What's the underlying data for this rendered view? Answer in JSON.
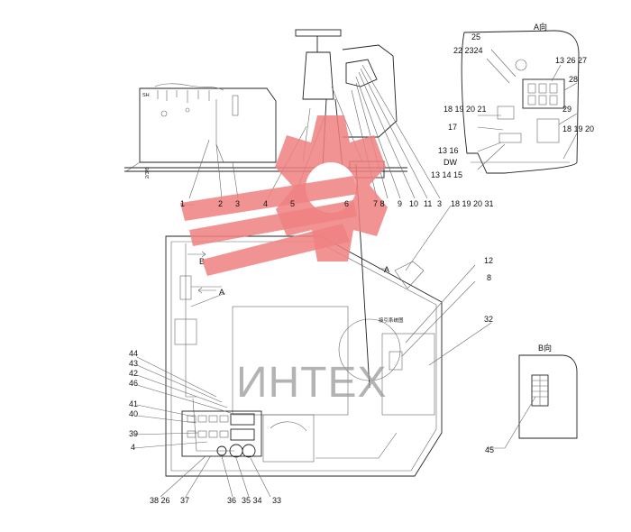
{
  "views": {
    "view_a_title": "A向",
    "view_b_title": "B向"
  },
  "callouts": {
    "c25": "25",
    "c22_24": "22 2324",
    "c13_26_27": "13 26 27",
    "c28": "28",
    "c18_21": "18 19 20 21",
    "c17": "17",
    "c29": "29",
    "c18_20": "18 19 20",
    "c13_16": "13 16",
    "cDW": "DW",
    "c13_15": "13 14 15",
    "c1": "1",
    "c2": "2",
    "c3a": "3",
    "c4a": "4",
    "c5": "5",
    "c6": "6",
    "c7_8": "7 8",
    "c9": "9",
    "c10": "10",
    "c11": "11",
    "c3b": "3",
    "c18_31": "18 19 20 31",
    "c12": "12",
    "c8b": "8",
    "c32": "32",
    "c44": "44",
    "c43": "43",
    "c42": "42",
    "c46": "46",
    "c41": "41",
    "c40": "40",
    "c39": "39",
    "c4b": "4",
    "c38_26": "38 26",
    "c37": "37",
    "c36": "36",
    "c35_34": "35 34",
    "c33": "33",
    "c45": "45",
    "cB": "B",
    "cA1": "A",
    "cA2": "A"
  },
  "labels": {
    "sh": "SH",
    "nums_left": "2/3/6",
    "near_console": "接引系统图"
  },
  "watermark": {
    "text": "ИНТЕХ",
    "color": "#f08080"
  }
}
